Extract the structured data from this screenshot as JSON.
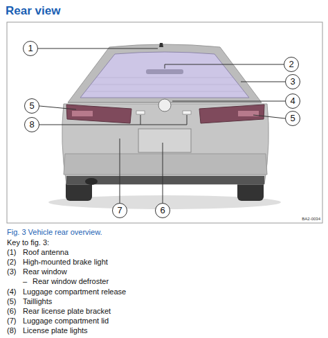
{
  "diagram": {
    "title": "Rear view",
    "caption": "Fig. 3 Vehicle rear overview.",
    "nodes": [
      {
        "text": [
          "1"
        ]
      },
      {
        "text": [
          "2"
        ]
      },
      {
        "text": [
          "3"
        ]
      },
      {
        "text": [
          "4"
        ]
      },
      {
        "text": [
          "5"
        ]
      },
      {
        "text": [
          "5"
        ]
      },
      {
        "text": [
          "8"
        ]
      },
      {
        "text": [
          "7"
        ]
      },
      {
        "text": [
          "6"
        ]
      }
    ],
    "edges": [],
    "labels": [
      "Key to fig. 3:",
      "(1)",
      "Roof antenna",
      "(2)",
      "High-mounted brake light",
      "(3)",
      "Rear window",
      "–",
      "Rear window defroster",
      "(4)",
      "Luggage compartment release",
      "(5)",
      "Taillights",
      "(6)",
      "Rear license plate bracket",
      "(7)",
      "Luggage compartment lid",
      "(8)",
      "License plate lights",
      "BA2-0034"
    ]
  }
}
